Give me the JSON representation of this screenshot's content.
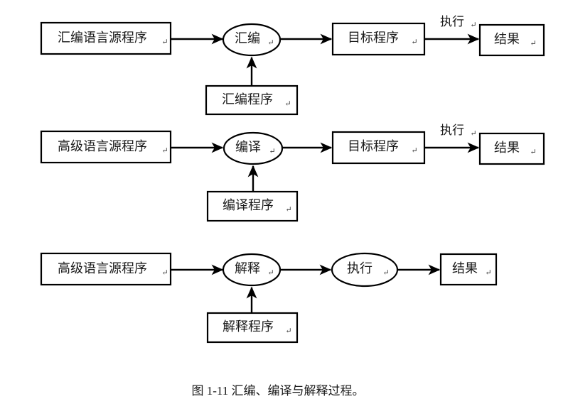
{
  "figure": {
    "caption": "图 1-11 汇编、编译与解释过程。",
    "caption_prefix": "图 1-11",
    "caption_title": "汇编、编译与解释过程",
    "pilcrow_glyph": "↵",
    "background_color": "#ffffff",
    "stroke_color": "#000000",
    "text_color": "#1a1a1a"
  },
  "rows": [
    {
      "id": "assembly-row",
      "name": "assembly-process",
      "nodes": {
        "source": {
          "label": "汇编语言源程序",
          "shape": "rect"
        },
        "process": {
          "label": "汇编",
          "shape": "ellipse"
        },
        "tool": {
          "label": "汇编程序",
          "shape": "rect"
        },
        "object": {
          "label": "目标程序",
          "shape": "rect"
        },
        "result": {
          "label": "结果",
          "shape": "rect"
        }
      },
      "edge_label": "执行"
    },
    {
      "id": "compile-row",
      "name": "compile-process",
      "nodes": {
        "source": {
          "label": "高级语言源程序",
          "shape": "rect"
        },
        "process": {
          "label": "编译",
          "shape": "ellipse"
        },
        "tool": {
          "label": "编译程序",
          "shape": "rect"
        },
        "object": {
          "label": "目标程序",
          "shape": "rect"
        },
        "result": {
          "label": "结果",
          "shape": "rect"
        }
      },
      "edge_label": "执行"
    },
    {
      "id": "interpret-row",
      "name": "interpret-process",
      "nodes": {
        "source": {
          "label": "高级语言源程序",
          "shape": "rect"
        },
        "process": {
          "label": "解释",
          "shape": "ellipse"
        },
        "tool": {
          "label": "解释程序",
          "shape": "rect"
        },
        "execute": {
          "label": "执行",
          "shape": "ellipse"
        },
        "result": {
          "label": "结果",
          "shape": "rect"
        }
      },
      "edge_label": ""
    }
  ]
}
